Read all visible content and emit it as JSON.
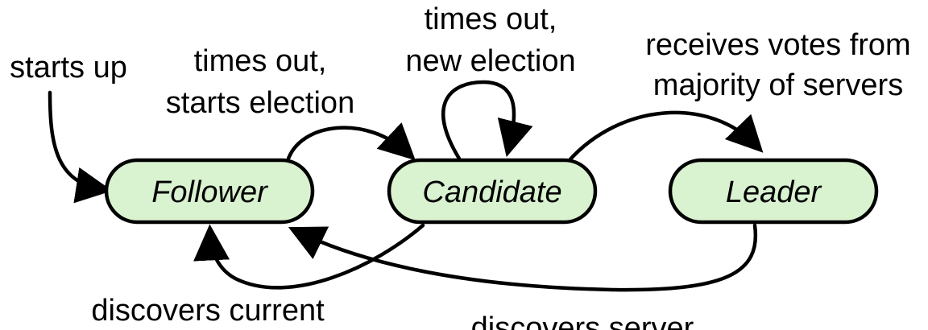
{
  "colors": {
    "state_fill": "#d9f2d0",
    "stroke": "#000000",
    "background": "#ffffff"
  },
  "states": {
    "follower": "Follower",
    "candidate": "Candidate",
    "leader": "Leader"
  },
  "transitions": {
    "starts_up": "starts up",
    "follower_to_candidate": [
      "times out,",
      "starts election"
    ],
    "candidate_self": [
      "times out,",
      "new election"
    ],
    "candidate_to_leader": [
      "receives votes from",
      "majority of servers"
    ],
    "candidate_to_follower": [
      "discovers current"
    ],
    "leader_to_follower": [
      "discovers server"
    ]
  }
}
